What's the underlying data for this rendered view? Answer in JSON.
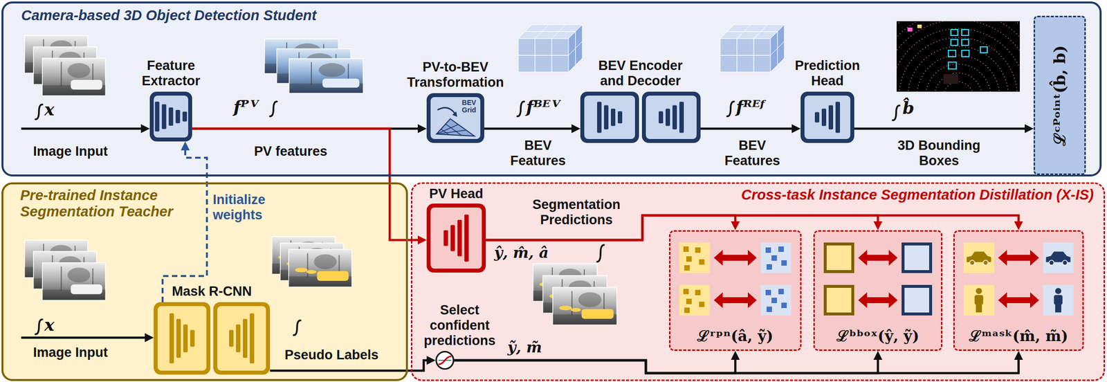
{
  "diagram": {
    "nodes": [
      {
        "text": [
          "Camera-based 3D Object Detection Student"
        ]
      },
      {
        "text": [
          "Feature Extractor"
        ],
        "in": 0
      },
      {
        "text": [
          "PV-to-BEV Transformation",
          "BEV Grid"
        ],
        "in": 0
      },
      {
        "text": [
          "BEV Encoder and Decoder"
        ],
        "in": 0
      },
      {
        "text": [
          "Prediction Head"
        ],
        "in": 0
      },
      {
        "text": [
          "ℒᶜᴾᵒⁱⁿᵗ(b̂, b)"
        ],
        "in": 0
      },
      {
        "text": [
          "Pre-trained Instance Segmentation Teacher"
        ]
      },
      {
        "text": [
          "Mask R-CNN"
        ],
        "in": 6
      },
      {
        "text": [
          "Cross-task Instance Segmentation Distillation (X-IS)"
        ]
      },
      {
        "text": [
          "PV Head"
        ],
        "in": 8
      },
      {
        "text": [
          "Select confident predictions"
        ],
        "in": 8
      },
      {
        "text": [
          "ℒʳᵖⁿ(â, ỹ)"
        ],
        "in": 8
      },
      {
        "text": [
          "ℒᵇᵇᵒˣ(ŷ, ỹ)"
        ],
        "in": 8
      },
      {
        "text": [
          "ℒᵐᵃˢᵏ(m̂, m̃)"
        ],
        "in": 8
      }
    ],
    "edges": [
      {
        "from": 1,
        "to": 2,
        "arrow": "to"
      },
      {
        "from": 2,
        "to": 3,
        "arrow": "to"
      },
      {
        "from": 3,
        "to": 4,
        "arrow": "to"
      },
      {
        "from": 4,
        "to": 5,
        "arrow": "to"
      },
      {
        "from": 1,
        "to": 9,
        "arrow": "to"
      },
      {
        "from": 9,
        "to": 11,
        "arrow": "to"
      },
      {
        "from": 9,
        "to": 12,
        "arrow": "to"
      },
      {
        "from": 9,
        "to": 13,
        "arrow": "to"
      },
      {
        "from": 7,
        "to": 10,
        "arrow": "to"
      },
      {
        "from": 10,
        "to": 11,
        "arrow": "to"
      },
      {
        "from": 10,
        "to": 12,
        "arrow": "to"
      },
      {
        "from": 10,
        "to": 13,
        "arrow": "to"
      },
      {
        "from": 7,
        "to": 1,
        "arrow": "to",
        "label": "Initialize weights"
      }
    ],
    "labels": [
      "Image Input",
      "x",
      "fᴾⱽ",
      "PV features",
      "fᴮᴱⱽ",
      "BEV Features",
      "fᴿᴱᶠ",
      "BEV Features",
      "b̂",
      "3D Bounding Boxes",
      "Image Input",
      "x",
      "Pseudo Labels",
      "Segmentation Predictions",
      "ŷ, m̂, â",
      "ỹ, m̃"
    ]
  }
}
